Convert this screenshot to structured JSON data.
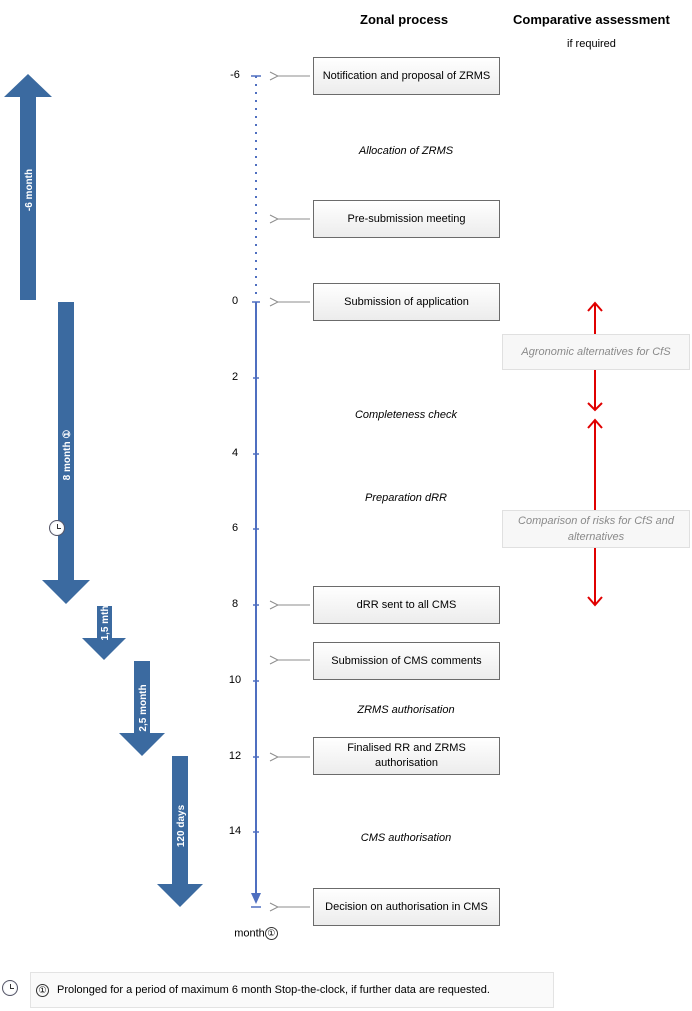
{
  "headers": {
    "zonal": "Zonal process",
    "comparative": "Comparative assessment",
    "if_required": "if required"
  },
  "steps": [
    {
      "label": "Notification and proposal of ZRMS"
    },
    {
      "label": "Pre-submission meeting"
    },
    {
      "label": "Submission of application"
    },
    {
      "label": "dRR sent to all CMS"
    },
    {
      "label": "Submission of CMS comments"
    },
    {
      "label": "Finalised RR and ZRMS authorisation"
    },
    {
      "label": "Decision on authorisation in CMS"
    }
  ],
  "phases": {
    "allocation": "Allocation of ZRMS",
    "completeness": "Completeness check",
    "preparation": "Preparation dRR",
    "zrms_auth": "ZRMS authorisation",
    "cms_auth": "CMS authorisation"
  },
  "ticks": [
    "-6",
    "0",
    "2",
    "4",
    "6",
    "8",
    "10",
    "12",
    "14"
  ],
  "axis_unit": "month",
  "axis_unit_marker": "①",
  "comparative": {
    "agronomic": "Agronomic alternatives for CfS",
    "risks": "Comparison of risks for CfS and alternatives"
  },
  "durations": {
    "minus6": "-6 month",
    "eight": "8 month",
    "eight_marker": "①",
    "one_five": "1,5 mth",
    "two_five": "2,5 month",
    "days120": "120 days"
  },
  "footnote": {
    "marker": "①",
    "text": "Prolonged for a period of maximum 6 month Stop-the-clock, if further data are requested."
  },
  "colors": {
    "arrow_blue": "#3b6aa0",
    "timeline_blue": "#4f6fc0",
    "red": "#e00000",
    "gray_arrow": "#8c8c8c"
  }
}
